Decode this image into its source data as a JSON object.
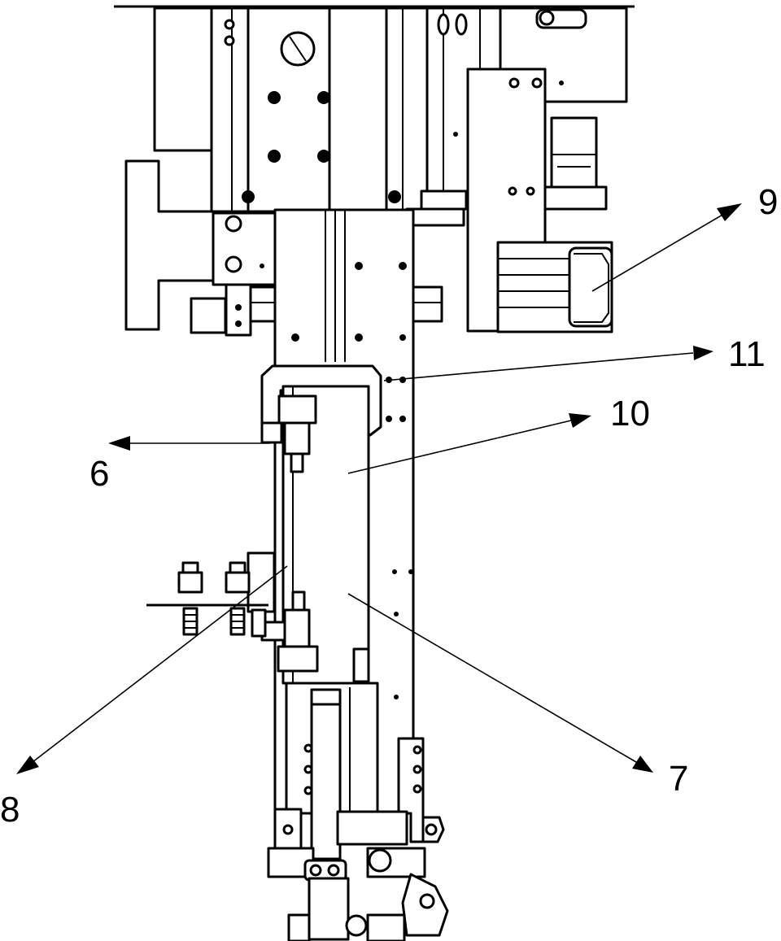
{
  "callouts": {
    "label_6": "6",
    "label_7": "7",
    "label_8": "8",
    "label_9": "9",
    "label_10": "10",
    "label_11": "11"
  },
  "colors": {
    "line": "#000000",
    "background": "#ffffff"
  }
}
